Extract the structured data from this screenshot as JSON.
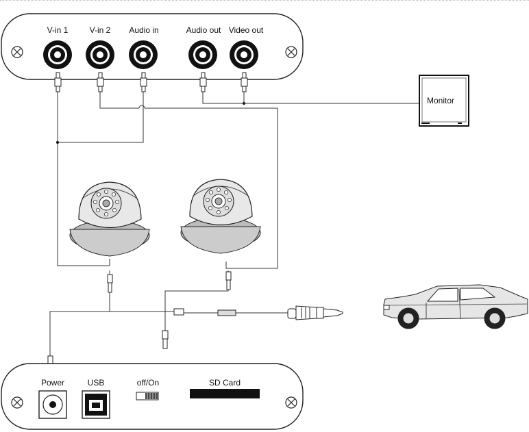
{
  "top_panel": {
    "ports": [
      {
        "label": "V-in 1"
      },
      {
        "label": "V-in 2"
      },
      {
        "label": "Audio in"
      },
      {
        "label": "Audio out"
      },
      {
        "label": "Video out"
      }
    ]
  },
  "monitor": {
    "label": "Monitor"
  },
  "bottom_panel": {
    "power_label": "Power",
    "usb_label": "USB",
    "switch_label": "off/On",
    "sd_label": "SD Card"
  }
}
